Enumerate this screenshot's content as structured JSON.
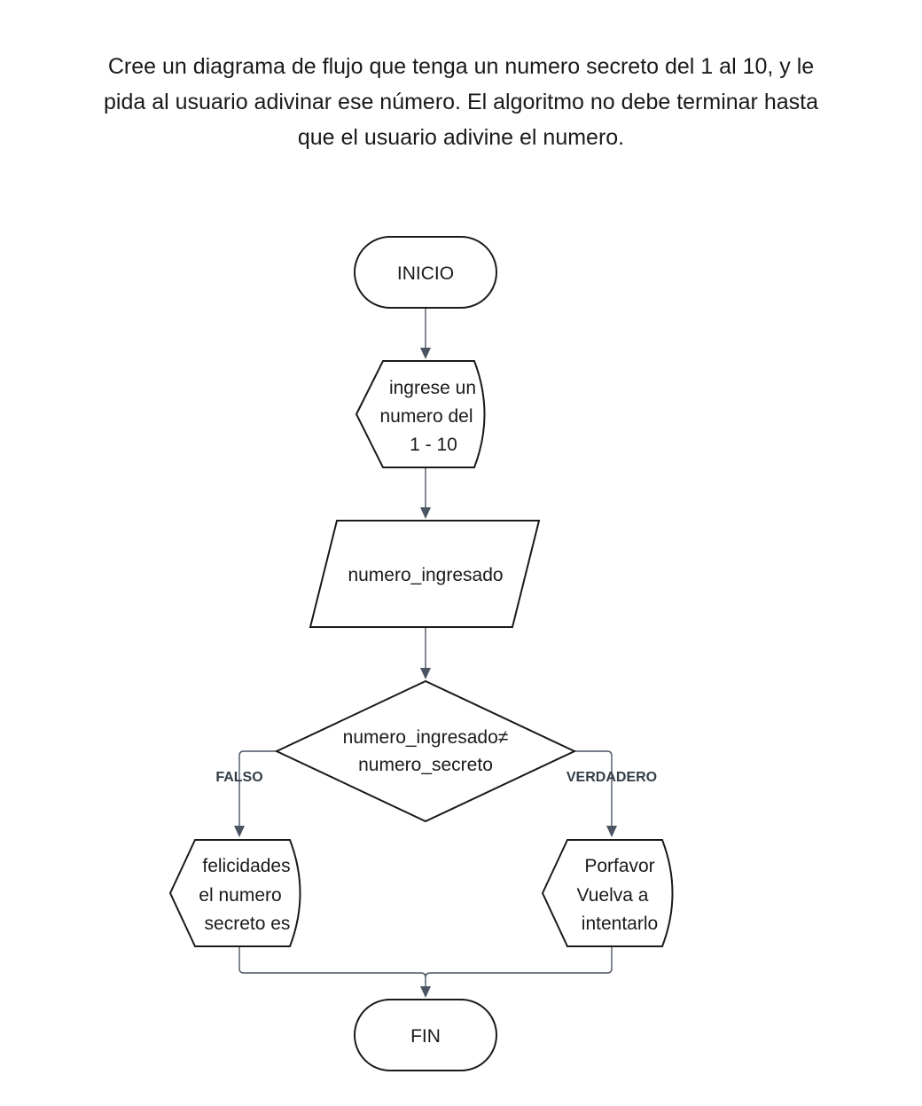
{
  "title_lines": [
    "Cree un diagrama de flujo que tenga un numero secreto del 1 al 10, y le",
    "pida al usuario adivinar ese número. El algoritmo no debe terminar hasta",
    "que el usuario adivine el numero."
  ],
  "nodes": {
    "start": {
      "label": "INICIO"
    },
    "prompt": {
      "lines": [
        "ingrese un",
        "numero del",
        "1  - 10"
      ]
    },
    "input": {
      "label": "numero_ingresado"
    },
    "decision": {
      "lines": [
        "numero_ingresado≠",
        "numero_secreto"
      ]
    },
    "msg_false": {
      "lines": [
        "felicidades",
        "el numero",
        "secreto es"
      ]
    },
    "msg_true": {
      "lines": [
        "Porfavor",
        "Vuelva a",
        "intentarlo"
      ]
    },
    "end": {
      "label": "FIN"
    }
  },
  "edges": {
    "false_label": "FALSO",
    "true_label": "VERDADERO"
  }
}
